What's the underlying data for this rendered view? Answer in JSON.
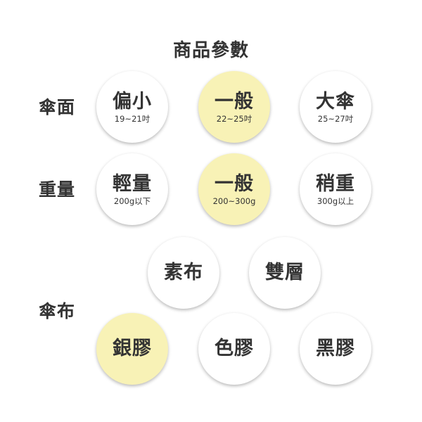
{
  "title": "商品參數",
  "sections": {
    "canopy": {
      "label": "傘面",
      "options": [
        {
          "name": "偏小",
          "detail": "19~21吋",
          "selected": false
        },
        {
          "name": "一般",
          "detail": "22~25吋",
          "selected": true
        },
        {
          "name": "大傘",
          "detail": "25~27吋",
          "selected": false
        }
      ]
    },
    "weight": {
      "label": "重量",
      "options": [
        {
          "name": "輕量",
          "detail": "200g以下",
          "selected": false
        },
        {
          "name": "一般",
          "detail": "200~300g",
          "selected": true
        },
        {
          "name": "稍重",
          "detail": "300g以上",
          "selected": false
        }
      ]
    },
    "fabric": {
      "label": "傘布",
      "options": [
        {
          "name": "素布",
          "selected": false
        },
        {
          "name": "雙層",
          "selected": false
        },
        {
          "name": "銀膠",
          "selected": true
        },
        {
          "name": "色膠",
          "selected": false
        },
        {
          "name": "黑膠",
          "selected": false
        }
      ]
    }
  },
  "colors": {
    "selected": "#f8f2b6",
    "unselected": "#ffffff",
    "text": "#333333"
  }
}
